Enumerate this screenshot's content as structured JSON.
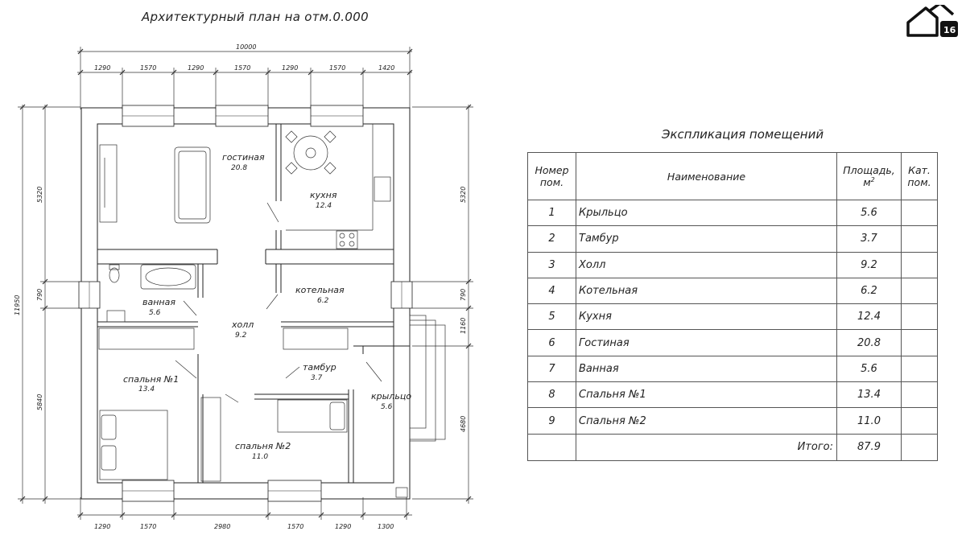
{
  "plan": {
    "title": "Архитектурный план на отм.0.000",
    "overall_width": "10000",
    "overall_height": "11950",
    "top_dims": [
      "1290",
      "1570",
      "1290",
      "1570",
      "1290",
      "1570",
      "1420"
    ],
    "bottom_dims": [
      "1290",
      "1570",
      "2980",
      "1570",
      "1290",
      "1300"
    ],
    "left_dims": [
      "5320",
      "790",
      "5840"
    ],
    "right_dims": [
      "5320",
      "790",
      "1160",
      "4680"
    ],
    "rooms": [
      {
        "name": "гостиная",
        "area": "20.8"
      },
      {
        "name": "кухня",
        "area": "12.4"
      },
      {
        "name": "котельная",
        "area": "6.2"
      },
      {
        "name": "ванная",
        "area": "5.6"
      },
      {
        "name": "холл",
        "area": "9.2"
      },
      {
        "name": "тамбур",
        "area": "3.7"
      },
      {
        "name": "спальня №1",
        "area": "13.4"
      },
      {
        "name": "спальня №2",
        "area": "11.0"
      },
      {
        "name": "крыльцо",
        "area": "5.6"
      }
    ]
  },
  "logo": {
    "badge": "16",
    "icon": "house-icon"
  },
  "explication": {
    "title": "Экспликация помещений",
    "headers": {
      "num_line1": "Номер",
      "num_line2": "пом.",
      "name": "Наименование",
      "area_line1": "Площадь,",
      "area_line2": "м",
      "area_sup": "2",
      "cat_line1": "Кат.",
      "cat_line2": "пом."
    },
    "rows": [
      {
        "num": "1",
        "name": "Крыльцо",
        "area": "5.6"
      },
      {
        "num": "2",
        "name": "Тамбур",
        "area": "3.7"
      },
      {
        "num": "3",
        "name": "Холл",
        "area": "9.2"
      },
      {
        "num": "4",
        "name": "Котельная",
        "area": "6.2"
      },
      {
        "num": "5",
        "name": "Кухня",
        "area": "12.4"
      },
      {
        "num": "6",
        "name": "Гостиная",
        "area": "20.8"
      },
      {
        "num": "7",
        "name": "Ванная",
        "area": "5.6"
      },
      {
        "num": "8",
        "name": "Спальня №1",
        "area": "13.4"
      },
      {
        "num": "9",
        "name": "Спальня №2",
        "area": "11.0"
      }
    ],
    "total_label": "Итого:",
    "total_value": "87.9"
  }
}
